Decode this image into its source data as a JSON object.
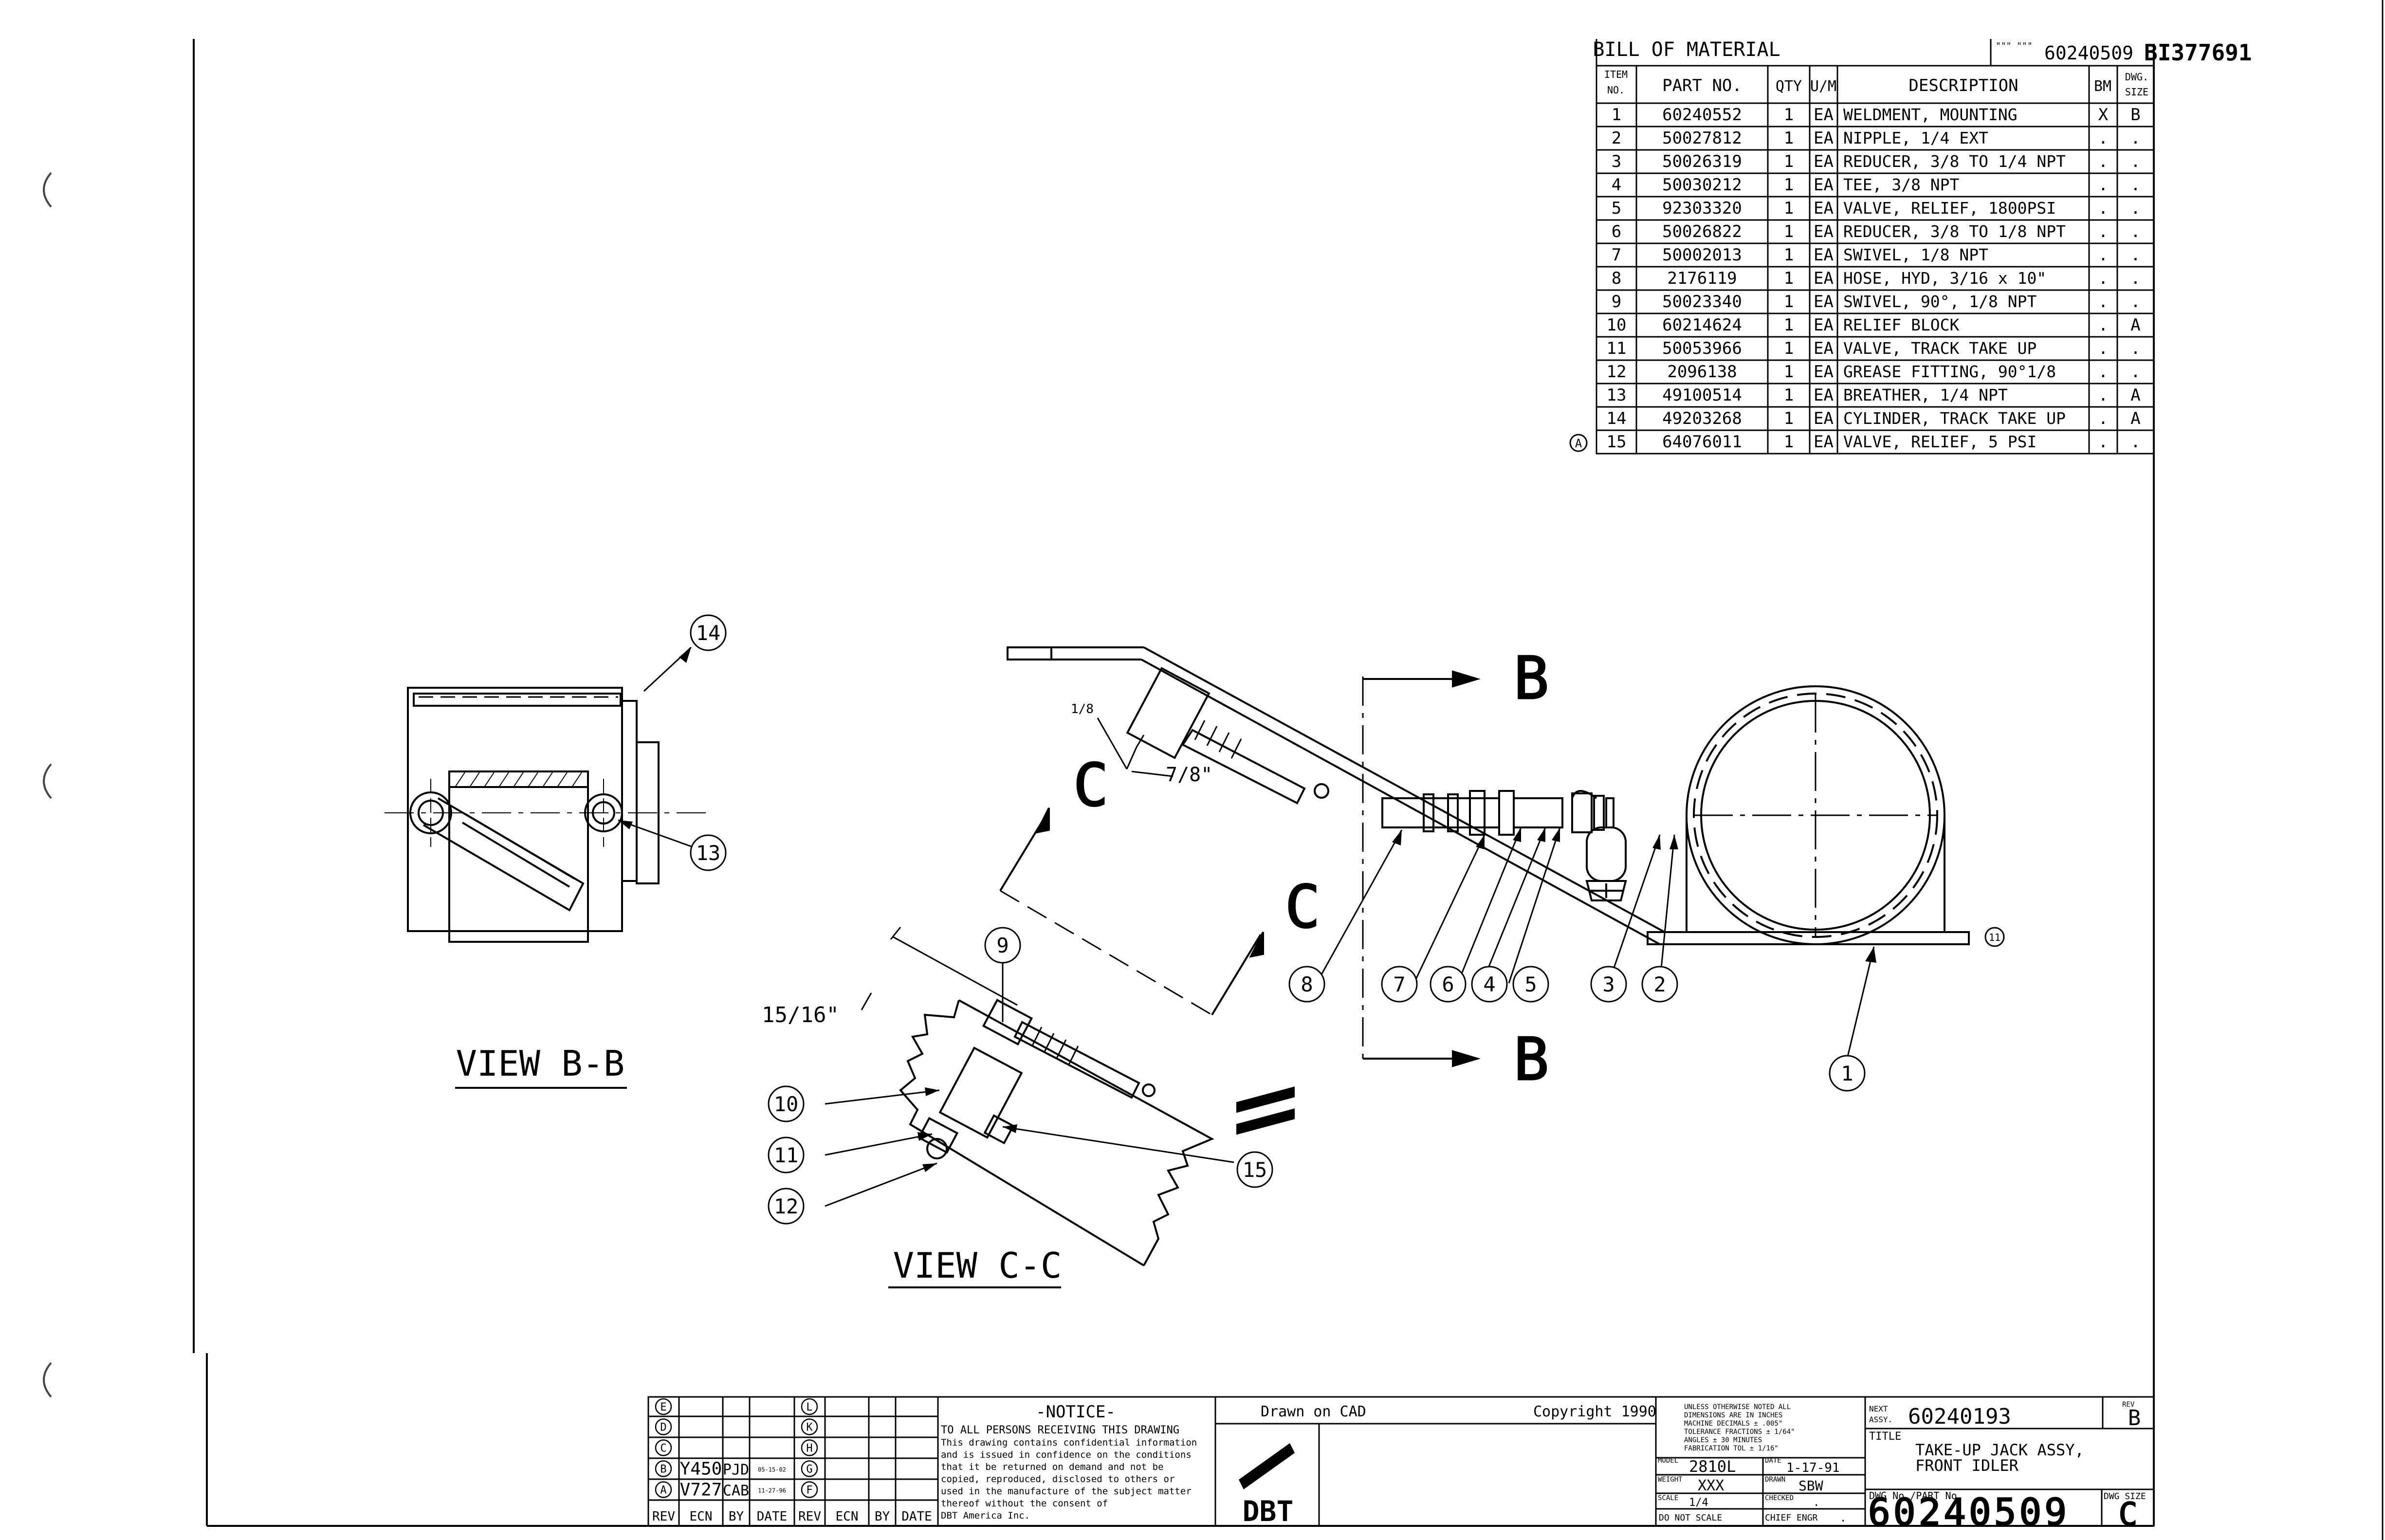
{
  "bom": {
    "title": "BILL OF MATERIAL",
    "ref_small": "\"\"\" \"\"\"",
    "ref_number": "60240509",
    "doc_id": "BI377691",
    "headers": {
      "item_l1": "ITEM",
      "item_l2": "NO.",
      "part": "PART NO.",
      "qty": "QTY",
      "um": "U/M",
      "desc": "DESCRIPTION",
      "bm": "BM",
      "size_l1": "DWG.",
      "size_l2": "SIZE"
    },
    "rows": [
      {
        "item": "1",
        "part": "60240552",
        "qty": "1",
        "um": "EA",
        "desc": "WELDMENT, MOUNTING",
        "bm": "X",
        "size": "B"
      },
      {
        "item": "2",
        "part": "50027812",
        "qty": "1",
        "um": "EA",
        "desc": "NIPPLE, 1/4 EXT",
        "bm": ".",
        "size": "."
      },
      {
        "item": "3",
        "part": "50026319",
        "qty": "1",
        "um": "EA",
        "desc": "REDUCER, 3/8 TO 1/4 NPT",
        "bm": ".",
        "size": "."
      },
      {
        "item": "4",
        "part": "50030212",
        "qty": "1",
        "um": "EA",
        "desc": "TEE, 3/8 NPT",
        "bm": ".",
        "size": "."
      },
      {
        "item": "5",
        "part": "92303320",
        "qty": "1",
        "um": "EA",
        "desc": "VALVE, RELIEF, 1800PSI",
        "bm": ".",
        "size": "."
      },
      {
        "item": "6",
        "part": "50026822",
        "qty": "1",
        "um": "EA",
        "desc": "REDUCER, 3/8 TO 1/8 NPT",
        "bm": ".",
        "size": "."
      },
      {
        "item": "7",
        "part": "50002013",
        "qty": "1",
        "um": "EA",
        "desc": "SWIVEL, 1/8 NPT",
        "bm": ".",
        "size": "."
      },
      {
        "item": "8",
        "part": "2176119",
        "qty": "1",
        "um": "EA",
        "desc": "HOSE, HYD, 3/16 x 10\"",
        "bm": ".",
        "size": "."
      },
      {
        "item": "9",
        "part": "50023340",
        "qty": "1",
        "um": "EA",
        "desc": "SWIVEL, 90°, 1/8 NPT",
        "bm": ".",
        "size": "."
      },
      {
        "item": "10",
        "part": "60214624",
        "qty": "1",
        "um": "EA",
        "desc": "RELIEF BLOCK",
        "bm": ".",
        "size": "A"
      },
      {
        "item": "11",
        "part": "50053966",
        "qty": "1",
        "um": "EA",
        "desc": "VALVE, TRACK TAKE UP",
        "bm": ".",
        "size": "."
      },
      {
        "item": "12",
        "part": "2096138",
        "qty": "1",
        "um": "EA",
        "desc": "GREASE FITTING, 90°1/8",
        "bm": ".",
        "size": "."
      },
      {
        "item": "13",
        "part": "49100514",
        "qty": "1",
        "um": "EA",
        "desc": "BREATHER, 1/4 NPT",
        "bm": ".",
        "size": "A"
      },
      {
        "item": "14",
        "part": "49203268",
        "qty": "1",
        "um": "EA",
        "desc": "CYLINDER, TRACK TAKE UP",
        "bm": ".",
        "size": "A"
      },
      {
        "item": "15",
        "part": "64076011",
        "qty": "1",
        "um": "EA",
        "desc": "VALVE, RELIEF, 5 PSI",
        "bm": ".",
        "size": "."
      }
    ],
    "rev_mark": "A"
  },
  "views": {
    "bb_label": "VIEW B-B",
    "cc_label": "VIEW C-C",
    "section_b": "B",
    "section_c": "C",
    "dims": [
      "1/8",
      "7/8\"",
      "15/16\""
    ]
  },
  "balloons": [
    "1",
    "2",
    "3",
    "4",
    "5",
    "6",
    "7",
    "8",
    "9",
    "10",
    "11",
    "12",
    "13",
    "14",
    "15"
  ],
  "balloon_small": "11",
  "title_block": {
    "rev_letters_left": [
      "E",
      "D",
      "C",
      "B",
      "A"
    ],
    "rev_letters_right": [
      "L",
      "K",
      "H",
      "G",
      "F"
    ],
    "rev_b": {
      "rev": "B",
      "ecn": "Y450",
      "by": "PJD",
      "date": "05-15-02"
    },
    "rev_a": {
      "rev": "A",
      "ecn": "V727",
      "by": "CAB",
      "date": "11-27-96"
    },
    "rev_headers": [
      "REV",
      "ECN",
      "BY",
      "DATE",
      "REV",
      "ECN",
      "BY",
      "DATE"
    ],
    "notice_title": "-NOTICE-",
    "notice_lines": [
      "TO ALL PERSONS RECEIVING THIS DRAWING",
      "This drawing contains confidential information",
      "and is issued in confidence on the conditions",
      "that it be returned on demand and not be",
      "copied, reproduced, disclosed to others or",
      "used in the manufacture of the subject matter",
      "thereof without the consent of",
      "DBT America Inc."
    ],
    "drawn_on": "Drawn on CAD",
    "copyright": "Copyright 1990",
    "logo_text": "DBT",
    "tol_lines": [
      "UNLESS OTHERWISE NOTED ALL",
      "DIMENSIONS ARE IN INCHES",
      "MACHINE     DECIMALS ± .005\"",
      "TOLERANCE   FRACTIONS ± 1/64\"",
      "            ANGLES ± 30 MINUTES",
      "FABRICATION TOL ± 1/16\""
    ],
    "model_label": "MODEL",
    "model": "2810L",
    "date_label": "DATE",
    "date": "1-17-91",
    "weight_label": "WEIGHT",
    "weight": "XXX",
    "drawn_label": "DRAWN",
    "drawn": "SBW",
    "scale_label": "SCALE",
    "scale": "1/4",
    "checked_label": "CHECKED",
    "checked": ".",
    "do_not_scale": "DO NOT SCALE",
    "chief_label": "CHIEF ENGR",
    "chief": ".",
    "next_assy_label_1": "NEXT",
    "next_assy_label_2": "ASSY.",
    "next_assy": "60240193",
    "rev_label": "REV",
    "rev": "B",
    "title_label": "TITLE",
    "title_1": "TAKE-UP JACK ASSY,",
    "title_2": "FRONT IDLER",
    "dwg_no_label": "DWG No./PART No.",
    "dwg_no": "60240509",
    "size_label": "DWG SIZE",
    "size": "C"
  }
}
